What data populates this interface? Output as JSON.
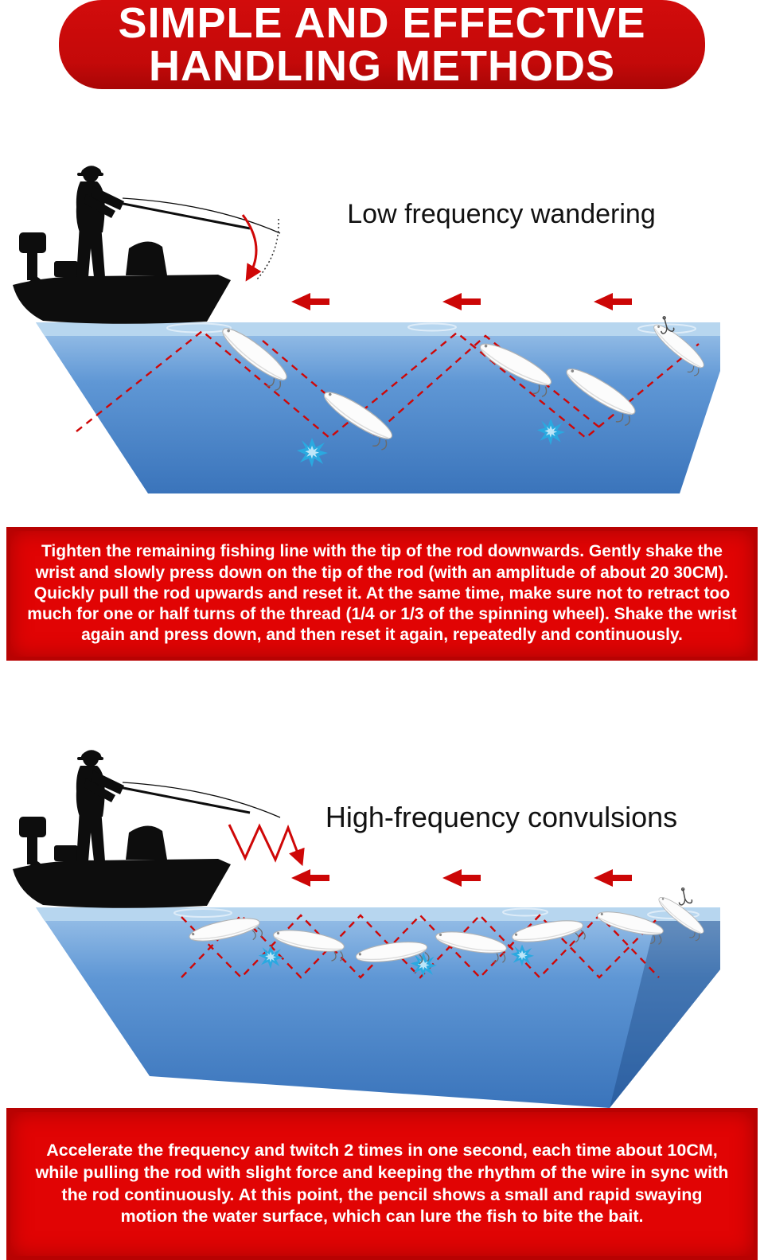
{
  "banner": {
    "line1": "SIMPLE AND EFFECTIVE",
    "line2": "HANDLING METHODS"
  },
  "sections": [
    {
      "id": "low-frequency-wandering",
      "title": "Low frequency wandering",
      "description": "Tighten the remaining fishing line with the tip of the rod downwards. Gently shake the wrist and slowly press down on the tip of the rod (with an amplitude of about 20 30CM). Quickly pull the rod upwards and reset it. At the same time, make sure not to retract too much for one or half turns of the thread (1/4 or 1/3 of the spinning wheel). Shake the wrist again and press down, and then reset it again, repeatedly and continuously.",
      "graphics": {
        "fisherman": "fisherman-on-bass-boat-silhouette",
        "rod_motion": "downward-arc-arrow",
        "direction_arrows": 3,
        "lures": 5,
        "splashes": 2,
        "path_style": "red-dashed-zigzag-deep"
      }
    },
    {
      "id": "high-frequency-convulsions",
      "title": "High-frequency convulsions",
      "description": "Accelerate the frequency and twitch 2 times in one second, each time about 10CM, while pulling the rod with slight force and keeping the rhythm of the wire in sync with the rod continuously. At this point, the pencil shows a small and rapid swaying motion the water surface, which can lure the fish to bite the bait.",
      "graphics": {
        "fisherman": "fisherman-on-bass-boat-silhouette",
        "rod_motion": "rapid-zigzag-arrow",
        "direction_arrows": 3,
        "lures": 7,
        "splashes": 3,
        "path_style": "red-dashed-diamond-chain-shallow"
      }
    }
  ],
  "colors": {
    "banner_red": "#c40909",
    "box_red": "#e10404",
    "box_border_red": "#b80202",
    "arrow_red": "#cc0606",
    "dash_red": "#cf0707",
    "water_light": "#9dc3e9",
    "water_deep": "#3a74bb",
    "water_surface": "#b7d6ef",
    "splash_blue": "#2aa9e0",
    "silhouette": "#0d0d0d",
    "title_black": "#111111",
    "text_white": "#ffffff"
  }
}
